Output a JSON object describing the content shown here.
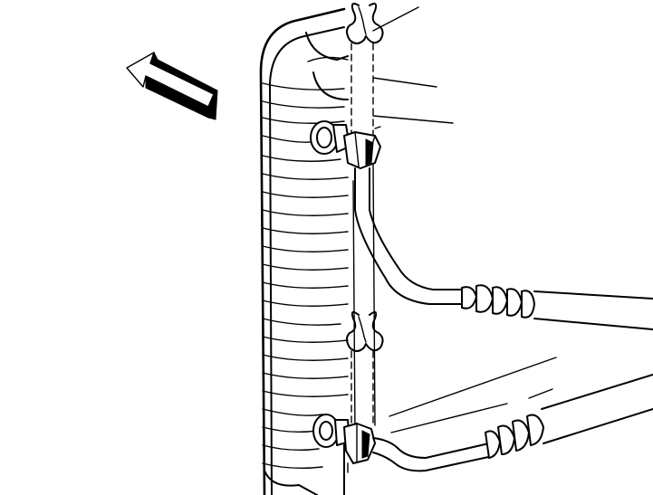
{
  "diagram": {
    "components": [
      {
        "id": "radiator",
        "icon": "radiator-core-icon"
      },
      {
        "id": "upper-cooler-line",
        "icon": "pipe-icon"
      },
      {
        "id": "lower-cooler-line",
        "icon": "pipe-icon"
      },
      {
        "id": "upper-retaining-clip",
        "icon": "spring-clip-icon"
      },
      {
        "id": "lower-retaining-clip",
        "icon": "spring-clip-icon"
      },
      {
        "id": "upper-fitting",
        "icon": "hex-nut-icon"
      },
      {
        "id": "lower-fitting",
        "icon": "hex-nut-icon"
      },
      {
        "id": "direction-arrow",
        "icon": "arrow-icon"
      }
    ],
    "colors": {
      "ink": "#000000",
      "paper": "#ffffff"
    }
  }
}
